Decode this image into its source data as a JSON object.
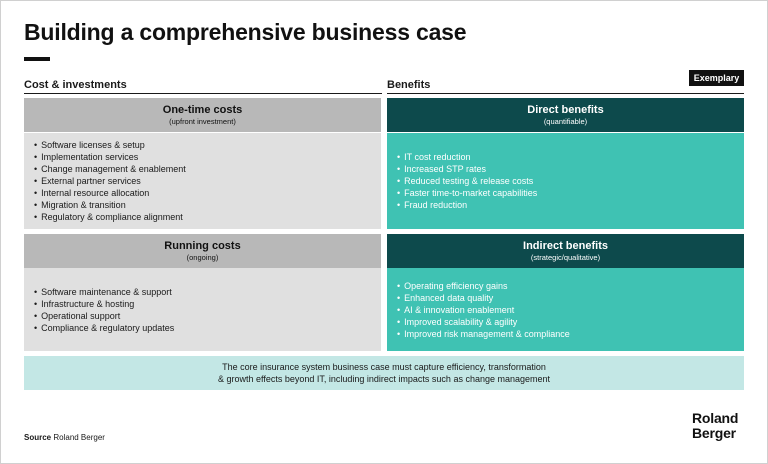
{
  "title": "Building a comprehensive business case",
  "badge": "Exemplary",
  "left_column": {
    "heading": "Cost & investments",
    "top": {
      "title": "One-time costs",
      "subtitle": "(upfront investment)",
      "items": [
        "Software licenses & setup",
        "Implementation services",
        "Change management & enablement",
        "External partner services",
        "Internal resource allocation",
        "Migration & transition",
        "Regulatory & compliance alignment"
      ]
    },
    "bottom": {
      "title": "Running costs",
      "subtitle": "(ongoing)",
      "items": [
        "Software maintenance & support",
        "Infrastructure & hosting",
        "Operational support",
        "Compliance & regulatory updates"
      ]
    }
  },
  "right_column": {
    "heading": "Benefits",
    "top": {
      "title": "Direct benefits",
      "subtitle": "(quantifiable)",
      "items": [
        "IT cost reduction",
        "Increased STP rates",
        "Reduced testing & release costs",
        "Faster time-to-market capabilities",
        "Fraud reduction"
      ]
    },
    "bottom": {
      "title": "Indirect benefits",
      "subtitle": "(strategic/qualitative)",
      "items": [
        "Operating efficiency gains",
        "Enhanced data quality",
        "AI & innovation enablement",
        "Improved scalability & agility",
        "Improved risk management & compliance"
      ]
    }
  },
  "footer_note": {
    "line1": "The core insurance system business case must capture efficiency, transformation",
    "line2": "& growth effects beyond IT, including indirect impacts such as change management"
  },
  "source": {
    "label": "Source",
    "value": "Roland Berger"
  },
  "logo": {
    "line1": "Roland",
    "line2": "Berger"
  },
  "colors": {
    "dark_teal": "#0d4a4c",
    "teal": "#3fc2b3",
    "light_teal": "#c3e7e5",
    "gray_header": "#b8b8b8",
    "gray_body": "#e0e0e0"
  }
}
